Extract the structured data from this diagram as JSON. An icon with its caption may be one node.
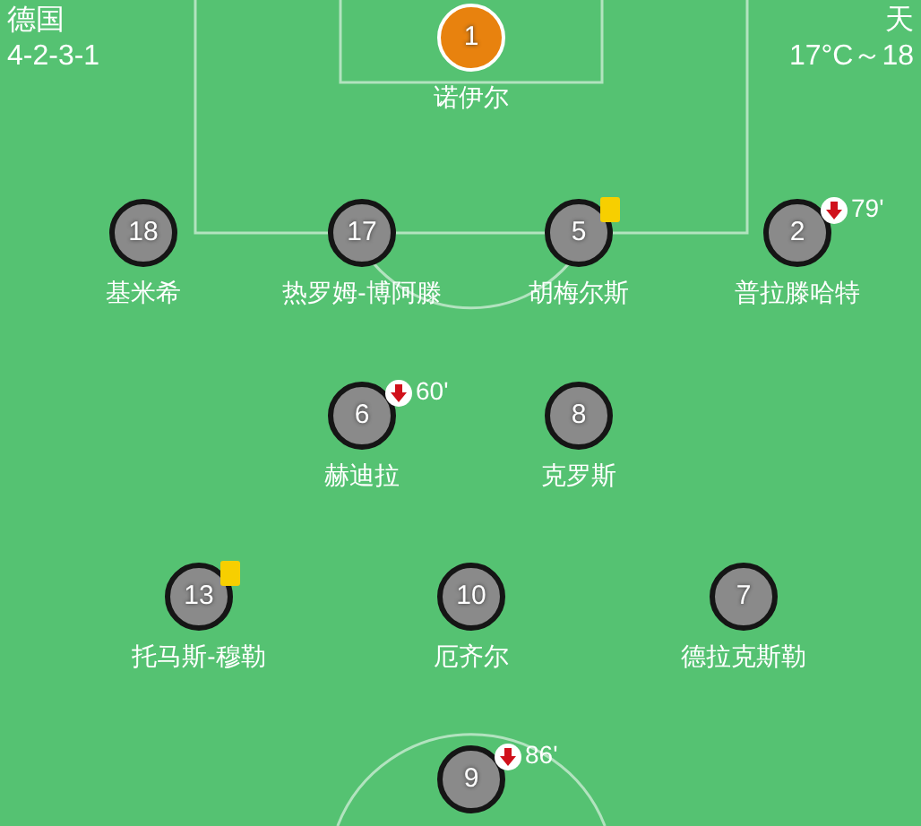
{
  "diagram": {
    "nodes": [
      {
        "text": [
          "1"
        ],
        "beside": [
          "诺伊尔"
        ]
      },
      {
        "text": [
          "18"
        ],
        "beside": [
          "基米希"
        ]
      },
      {
        "text": [
          "17"
        ],
        "beside": [
          "热罗姆-博阿滕"
        ]
      },
      {
        "text": [
          "5"
        ],
        "beside": [
          "胡梅尔斯"
        ]
      },
      {
        "text": [
          "2"
        ],
        "beside": [
          "79'",
          "普拉滕哈特"
        ]
      },
      {
        "text": [
          "6"
        ],
        "beside": [
          "60'",
          "赫迪拉"
        ]
      },
      {
        "text": [
          "8"
        ],
        "beside": [
          "克罗斯"
        ]
      },
      {
        "text": [
          "13"
        ],
        "beside": [
          "托马斯-穆勒"
        ]
      },
      {
        "text": [
          "10"
        ],
        "beside": [
          "厄齐尔"
        ]
      },
      {
        "text": [
          "7"
        ],
        "beside": [
          "德拉克斯勒"
        ]
      },
      {
        "text": [
          "9"
        ],
        "beside": [
          "86'"
        ]
      }
    ],
    "labels": [
      "德国",
      "4-2-3-1",
      "天",
      "17°C～18"
    ]
  }
}
